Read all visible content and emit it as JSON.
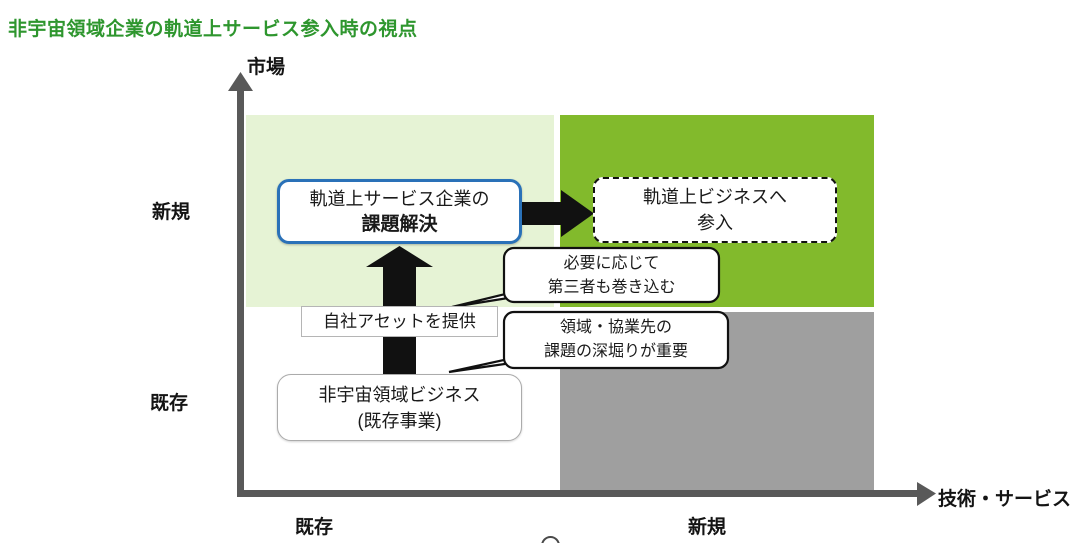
{
  "title": "非宇宙領域企業の軌道上サービス参入時の視点",
  "axes": {
    "y_label": "市場",
    "x_label": "技術・サービス",
    "y_tick_top": "新規",
    "y_tick_bottom": "既存",
    "x_tick_left": "既存",
    "x_tick_right": "新規"
  },
  "boxes": {
    "solution": {
      "line1": "軌道上サービス企業の",
      "line2": "課題解決"
    },
    "entry": {
      "line1": "軌道上ビジネスへ",
      "line2": "参入"
    },
    "existing": {
      "line1": "非宇宙領域ビジネス",
      "line2": "(既存事業)"
    },
    "asset": {
      "label": "自社アセットを提供"
    }
  },
  "callouts": {
    "third_party": {
      "line1": "必要に応じて",
      "line2": "第三者も巻き込む"
    },
    "deep_dive": {
      "line1": "領域・協業先の",
      "line2": "課題の深堀りが重要"
    }
  },
  "colors": {
    "title_green": "#2e962e",
    "quadrant_top_left": "#e6f3d5",
    "quadrant_top_right": "#82ba2c",
    "quadrant_bottom_right": "#9f9f9f",
    "axis_gray": "#595959",
    "highlight_border_blue": "#2a71b8",
    "arrow_black": "#111111"
  }
}
